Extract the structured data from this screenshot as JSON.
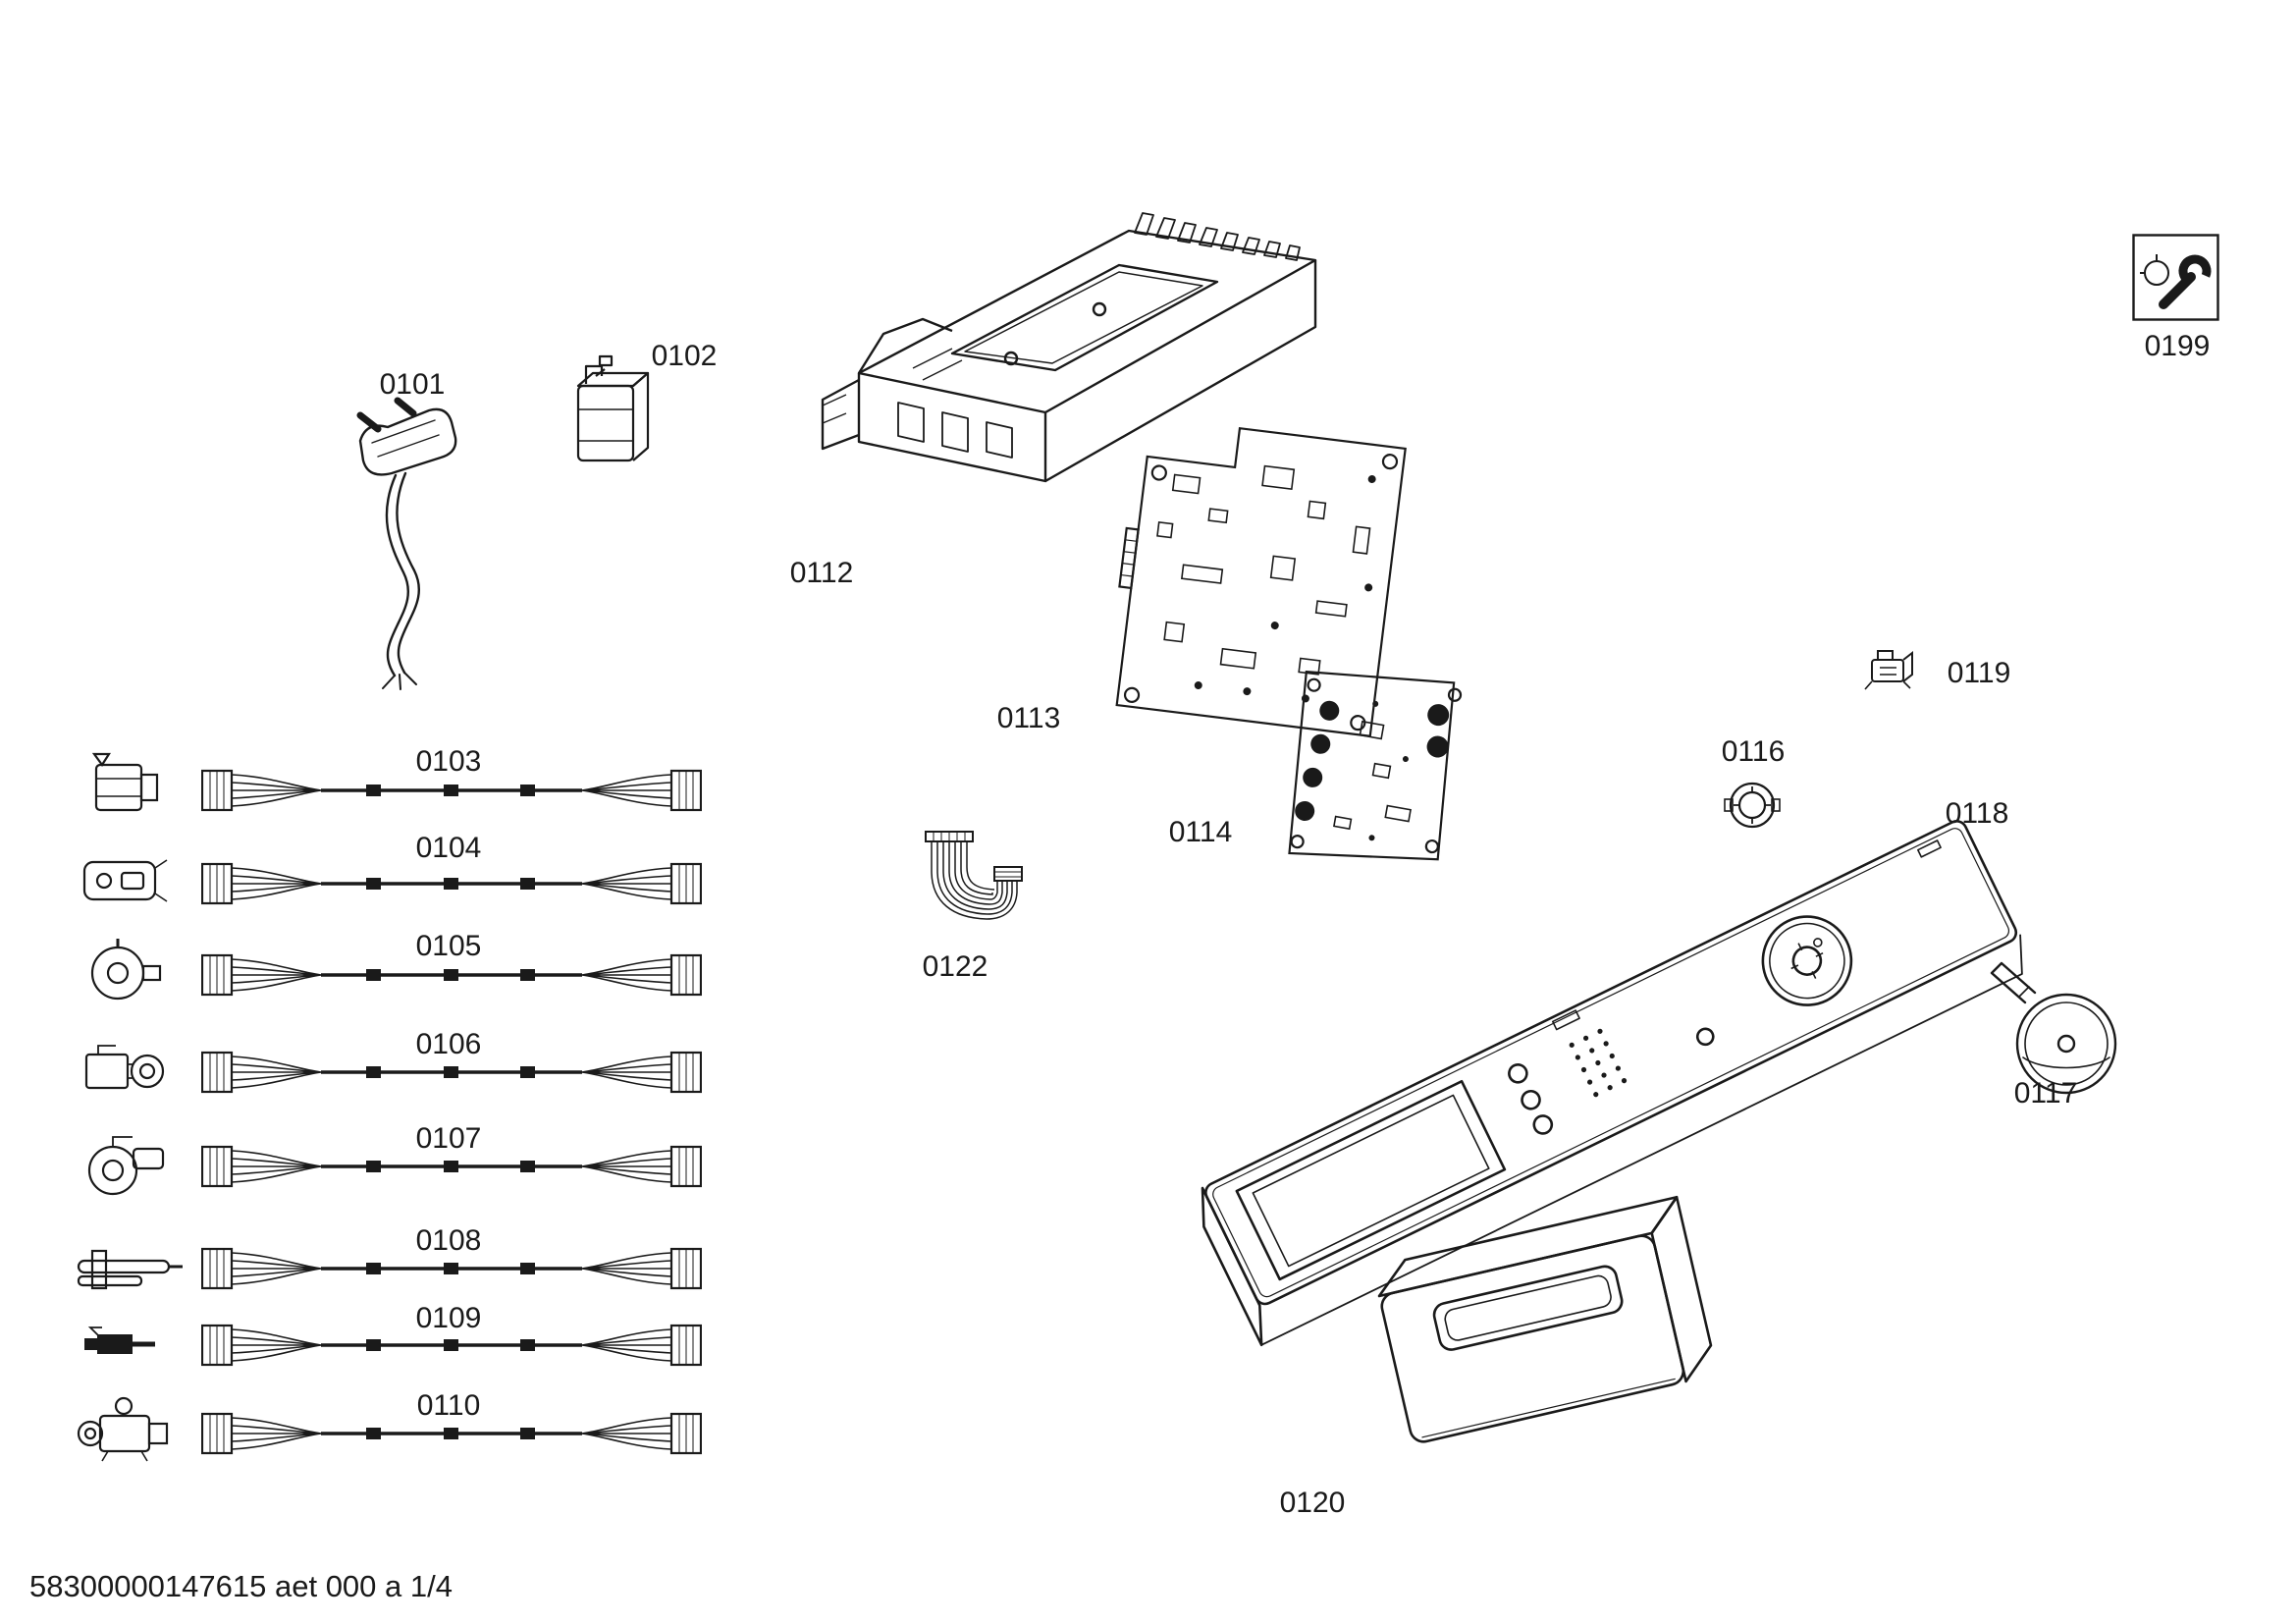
{
  "footer": "58300000147615 aet 000 a 1/4",
  "parts": {
    "0101": "0101",
    "0102": "0102",
    "0103": "0103",
    "0104": "0104",
    "0105": "0105",
    "0106": "0106",
    "0107": "0107",
    "0108": "0108",
    "0109": "0109",
    "0110": "0110",
    "0112": "0112",
    "0113": "0113",
    "0114": "0114",
    "0116": "0116",
    "0117": "0117",
    "0118": "0118",
    "0119": "0119",
    "0120": "0120",
    "0122": "0122",
    "0199": "0199"
  }
}
